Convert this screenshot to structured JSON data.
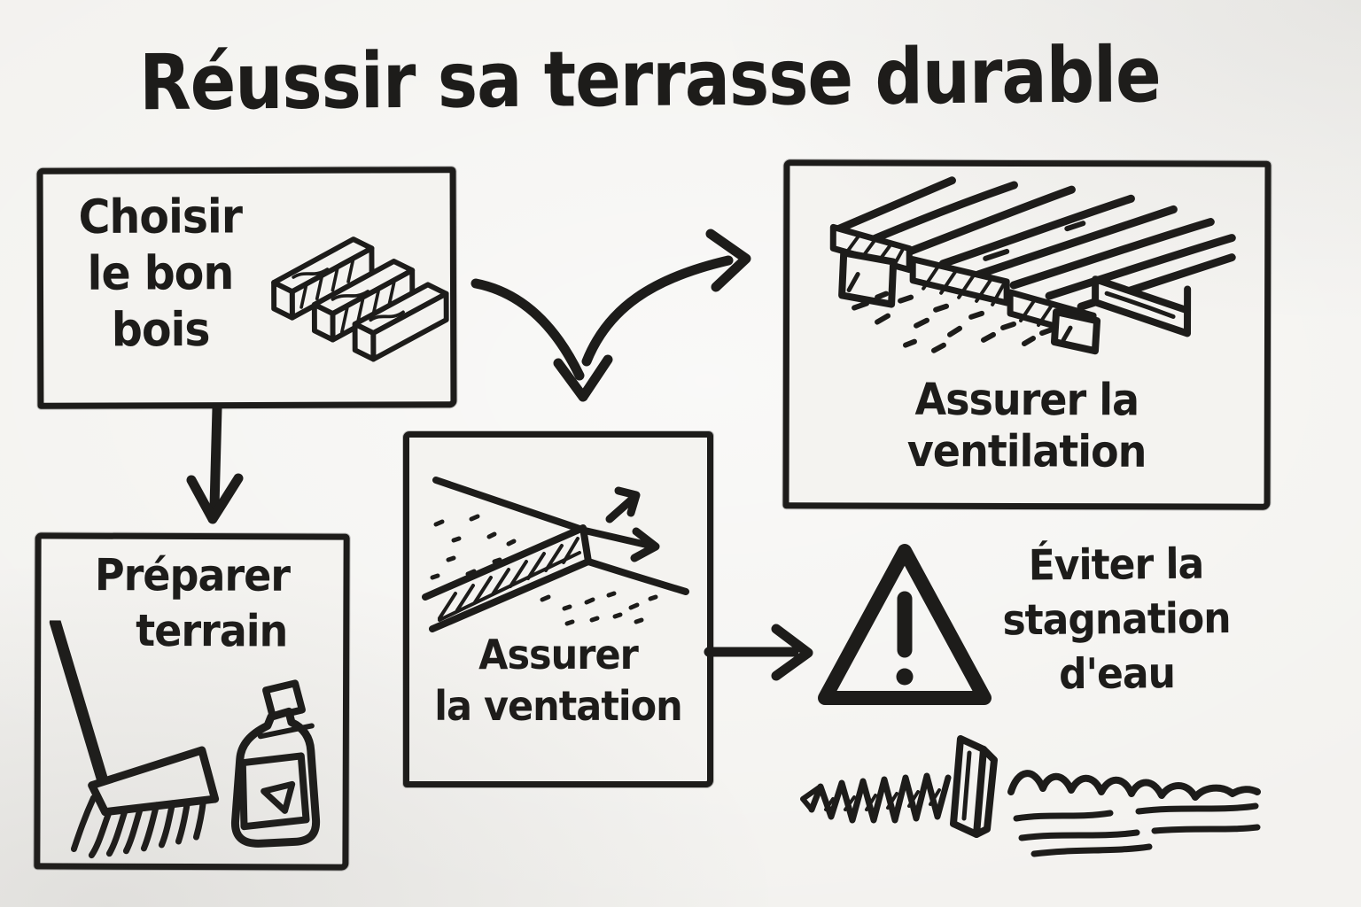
{
  "title": "Réussir sa terrasse durable",
  "palette": {
    "ink": "#1d1c1a",
    "paper": "#f4f3f0"
  },
  "nodes": {
    "choisir_bois": {
      "lines": [
        "Choisir",
        "le bon",
        "bois"
      ],
      "icon": "wood-planks-icon"
    },
    "assurer_ventilation": {
      "lines": [
        "Assurer la",
        "ventilation"
      ],
      "icon": "deck-on-joists-icon"
    },
    "assurer_ventation": {
      "lines": [
        "Assurer",
        "la ventation"
      ],
      "icon": "sloped-joist-airflow-icon"
    },
    "preparer_terrain": {
      "lines": [
        "Préparer",
        "terrain"
      ],
      "icon": "broom-and-bottle-icon"
    },
    "eviter_stagnation": {
      "lines": [
        "Éviter la",
        "stagnation",
        "d'eau"
      ],
      "icons": [
        "warning-triangle-icon",
        "screw-icon",
        "water-waves-icon"
      ]
    }
  },
  "connections": [
    {
      "from": "choisir_bois",
      "to": "assurer_ventilation"
    },
    {
      "from": "choisir_bois",
      "to": "assurer_ventation"
    },
    {
      "from": "choisir_bois",
      "to": "preparer_terrain"
    },
    {
      "from": "assurer_ventation",
      "to": "eviter_stagnation"
    }
  ]
}
